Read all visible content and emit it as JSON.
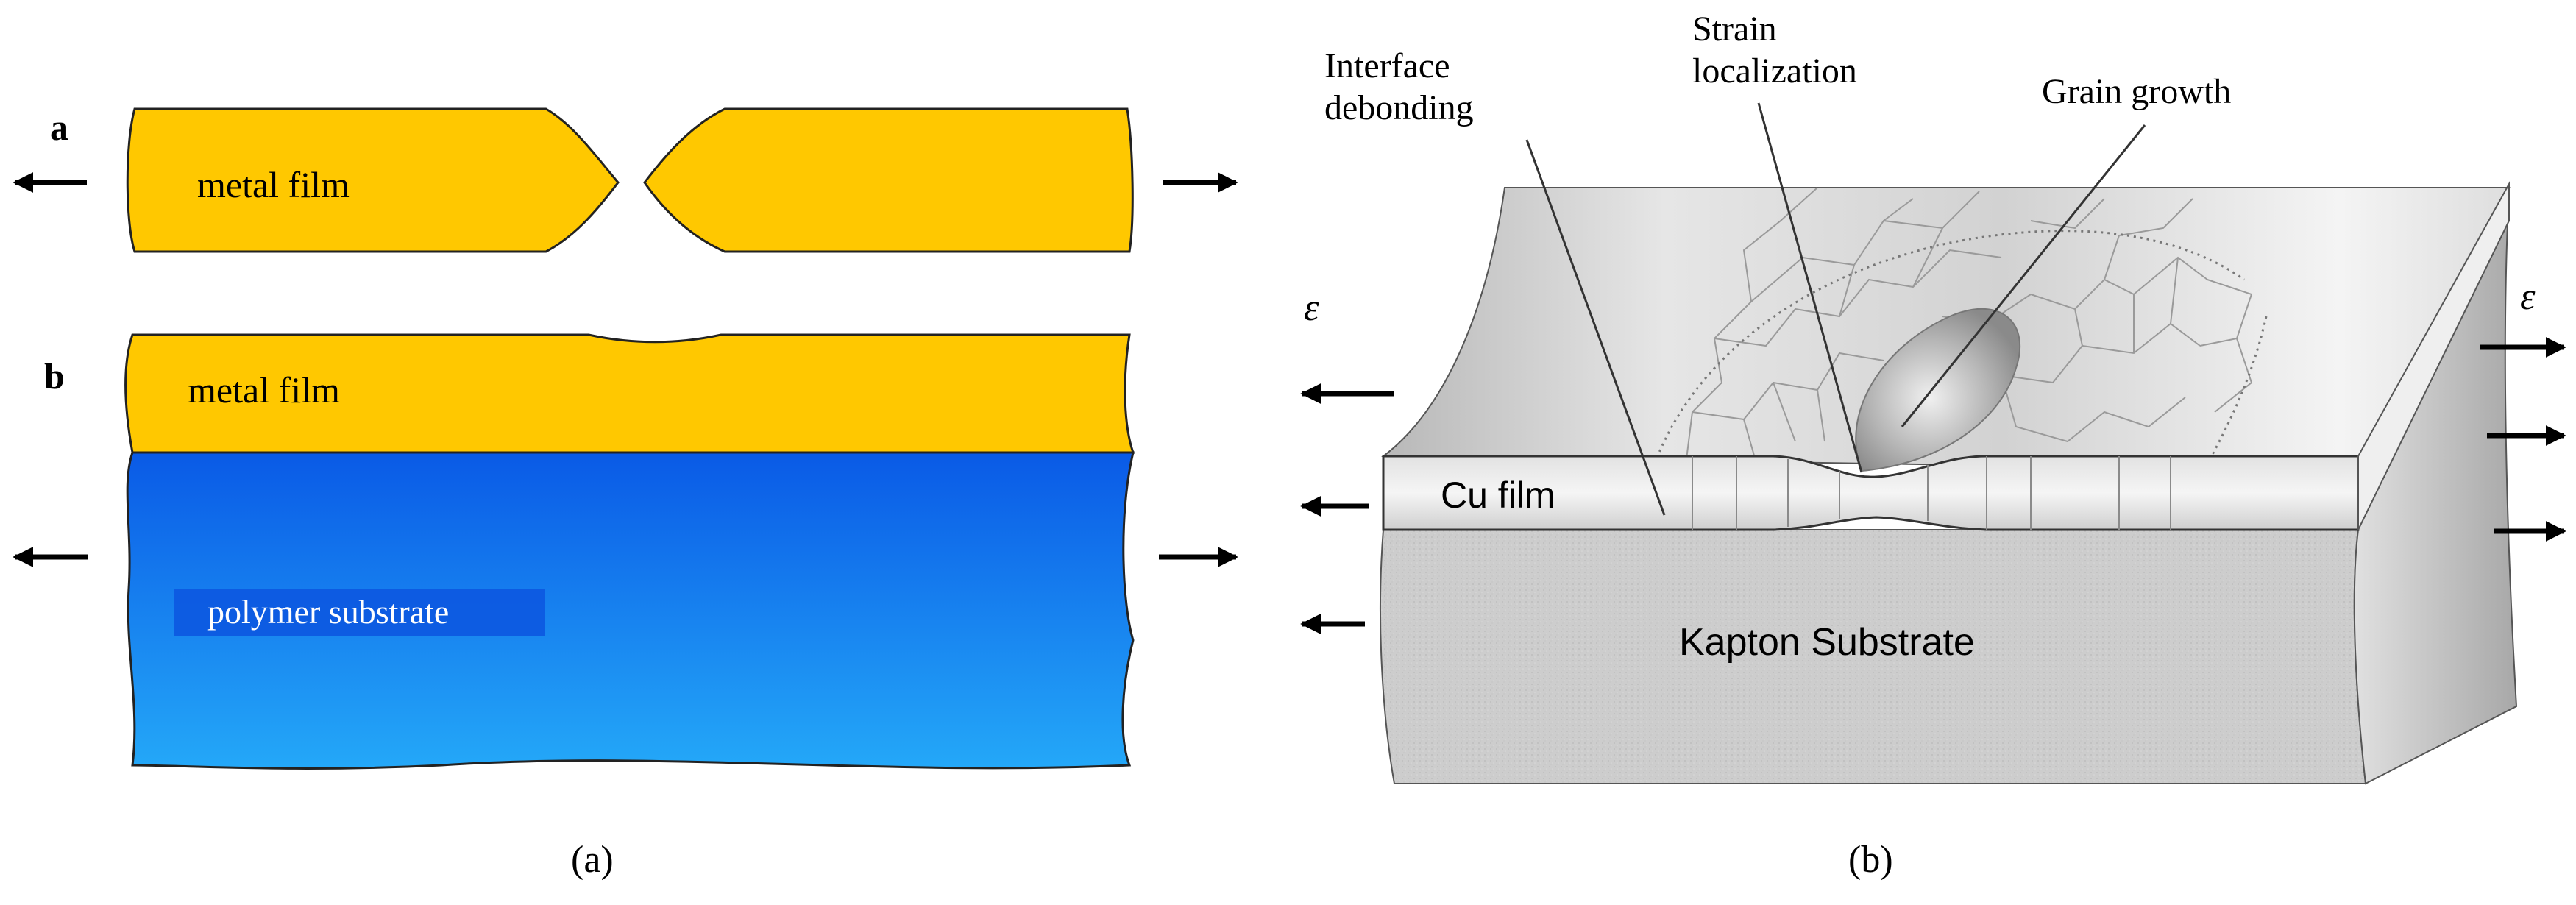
{
  "panel_a": {
    "label_a": "a",
    "label_b": "b",
    "film_label_a": "metal film",
    "film_label_b": "metal film",
    "substrate_label": "polymer substrate",
    "caption": "(a)",
    "colors": {
      "film": "#FFC800",
      "substrate_top": "#0E63E8",
      "substrate_bottom": "#1EA2F7",
      "arrow": "#000000"
    }
  },
  "panel_b": {
    "annotations": {
      "interface_line1": "Interface",
      "interface_line2": "debonding",
      "strain_line1": "Strain",
      "strain_line2": "localization",
      "grain": "Grain growth"
    },
    "epsilon_left": "ε",
    "epsilon_right": "ε",
    "film_label": "Cu film",
    "substrate_label": "Kapton Substrate",
    "caption": "(b)",
    "colors": {
      "top_surface": "#d8d8d8",
      "substrate": "#cfcfcf",
      "side_face": "#bdbdbd",
      "grain_lines": "#9a9a9a"
    }
  }
}
